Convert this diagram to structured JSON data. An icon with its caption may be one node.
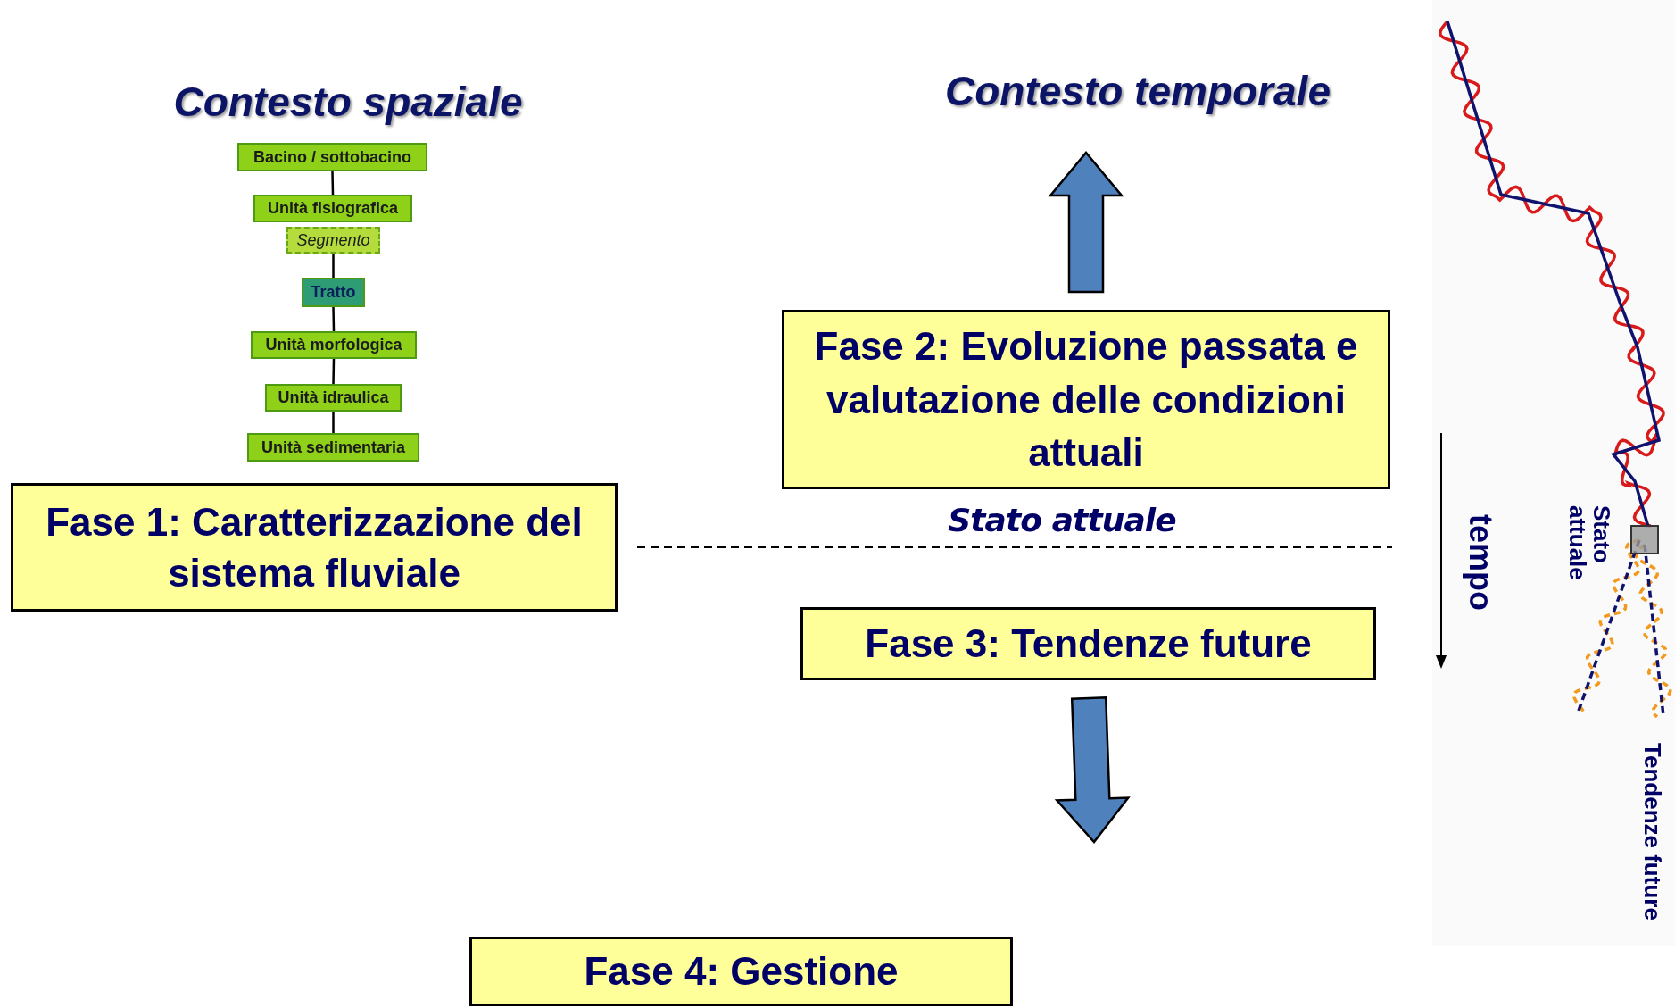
{
  "diagram": {
    "nodes": [
      {
        "text": [
          "Bacino / sottobacino"
        ]
      },
      {
        "text": [
          "Unità fisiografica"
        ]
      },
      {
        "text": [
          "Segmento"
        ]
      },
      {
        "text": [
          "Tratto"
        ]
      },
      {
        "text": [
          "Unità morfologica"
        ]
      },
      {
        "text": [
          "Unità idraulica"
        ]
      },
      {
        "text": [
          "Unità sedimentaria"
        ]
      },
      {
        "text": [
          "Fase 1: Caratterizzazione del sistema fluviale"
        ]
      },
      {
        "text": [
          "Fase 2: Evoluzione passata e valutazione delle condizioni attuali"
        ]
      },
      {
        "text": [
          "Fase 3: Tendenze future"
        ]
      },
      {
        "text": [
          "Fase 4: Gestione"
        ]
      }
    ],
    "edges": [
      {
        "from": 0,
        "to": 1,
        "arrow": "none"
      },
      {
        "from": 2,
        "to": 3,
        "arrow": "none"
      },
      {
        "from": 3,
        "to": 4,
        "arrow": "none"
      },
      {
        "from": 4,
        "to": 5,
        "arrow": "none"
      },
      {
        "from": 5,
        "to": 6,
        "arrow": "none"
      },
      {
        "from": 8,
        "to": null,
        "arrow": "to",
        "style": "thick"
      },
      {
        "from": 9,
        "to": null,
        "arrow": "to",
        "style": "thick"
      }
    ],
    "labels": [
      "Contesto spaziale",
      "Contesto temporale",
      "Stato attuale",
      "tempo",
      "Stato attuale",
      "Tendenze future"
    ]
  }
}
